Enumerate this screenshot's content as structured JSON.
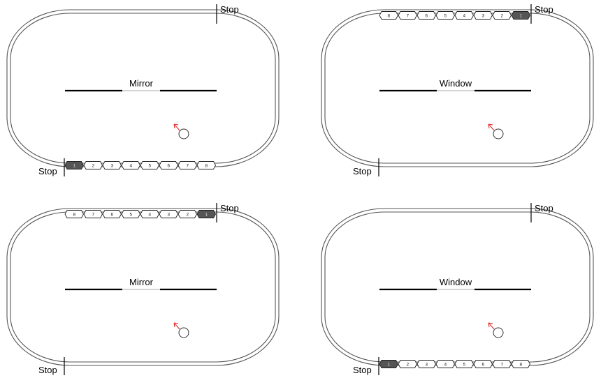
{
  "panels": [
    {
      "id": "top-left",
      "screen_label": "Mirror",
      "stop_top_label": "Stop",
      "stop_bottom_label": "Stop",
      "train_position": "bottom",
      "train_direction": "left",
      "cars": [
        "1",
        "2",
        "3",
        "4",
        "5",
        "6",
        "7",
        "8"
      ]
    },
    {
      "id": "top-right",
      "screen_label": "Window",
      "stop_top_label": "Stop",
      "stop_bottom_label": "Stop",
      "train_position": "top",
      "train_direction": "right",
      "cars": [
        "1",
        "2",
        "3",
        "4",
        "5",
        "6",
        "7",
        "8"
      ]
    },
    {
      "id": "bottom-left",
      "screen_label": "Mirror",
      "stop_top_label": "Stop",
      "stop_bottom_label": "Stop",
      "train_position": "top",
      "train_direction": "right",
      "cars": [
        "1",
        "2",
        "3",
        "4",
        "5",
        "6",
        "7",
        "8"
      ]
    },
    {
      "id": "bottom-right",
      "screen_label": "Window",
      "stop_top_label": "Stop",
      "stop_bottom_label": "Stop",
      "train_position": "bottom",
      "train_direction": "left",
      "cars": [
        "1",
        "2",
        "3",
        "4",
        "5",
        "6",
        "7",
        "8"
      ]
    }
  ],
  "colors": {
    "track": "#555555",
    "screen_bar": "#000000",
    "observer_arrow": "#e02020",
    "lead_car": "#555555"
  },
  "icons": {
    "observer": "observer-circle-with-arrow-icon"
  }
}
